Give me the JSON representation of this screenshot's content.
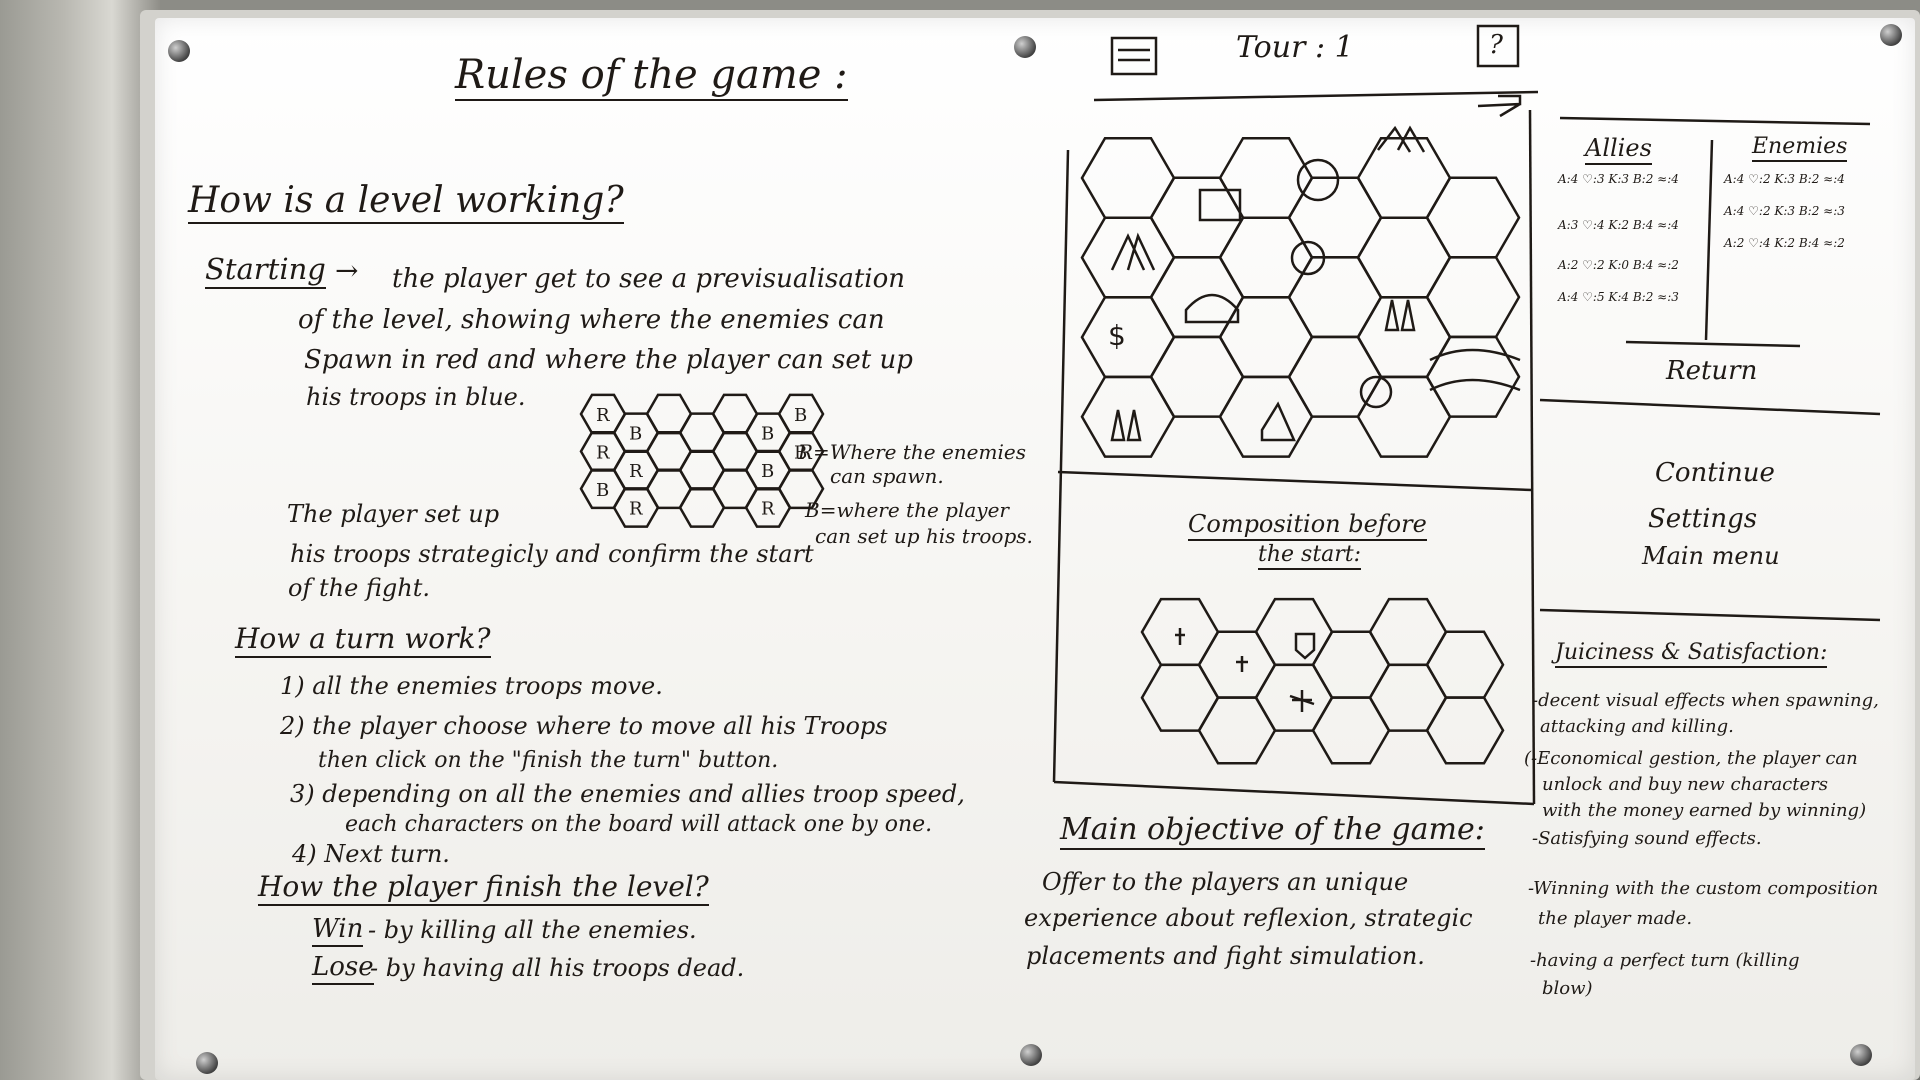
{
  "title": "Rules of the game :",
  "section1": {
    "heading": "How is a level working?",
    "starting_label": "Starting",
    "starting_lines": [
      "the player get to see a previsualisation",
      "of the level, showing where the enemies can",
      "Spawn in red and where the player can set up",
      "his troops in blue."
    ],
    "hex_letters": [
      "R",
      "R",
      "B",
      "B",
      "R",
      "R",
      "B",
      "B",
      "R",
      "B",
      "B"
    ],
    "legend_r": [
      "R=Where the enemies",
      "can spawn."
    ],
    "legend_b": [
      "B=where the player",
      "can set up his troops."
    ],
    "setup_lines": [
      "The player set up",
      "his troops strategicly and confirm the start",
      "of the fight."
    ]
  },
  "section2": {
    "heading": "How a turn work?",
    "steps": [
      "1) all the enemies troops move.",
      "2) the player choose where to move all his Troops",
      "then click on the \"finish the turn\" button.",
      "3) depending on all the enemies and allies troop speed,",
      "each characters on the board will attack one by one.",
      "4) Next turn."
    ]
  },
  "section3": {
    "heading": "How the player finish the level?",
    "win_label": "Win",
    "win_text": "- by killing all the enemies.",
    "lose_label": "Lose",
    "lose_text": "- by having all his troops dead."
  },
  "mockup": {
    "turn_label": "Tour : 1",
    "help_glyph": "?",
    "composition_title": "Composition before",
    "composition_subtitle": "the start:"
  },
  "objective": {
    "heading": "Main objective of the game:",
    "lines": [
      "Offer to the players an unique",
      "experience about reflexion, strategic",
      "placements and fight simulation."
    ]
  },
  "sidepanel": {
    "allies_title": "Allies",
    "enemies_title": "Enemies",
    "return_label": "Return",
    "menu_items": [
      "Continue",
      "Settings",
      "Main menu"
    ],
    "ally_stats": [
      "A:4 ♡:3 K:3 B:2 ≈:4",
      "A:3 ♡:4 K:2 B:4 ≈:4",
      "A:2 ♡:2 K:0 B:4 ≈:2",
      "A:4 ♡:5 K:4 B:2 ≈:3"
    ],
    "enemy_stats": [
      "A:4 ♡:2 K:3 B:2 ≈:4",
      "A:4 ♡:2 K:3 B:2 ≈:3",
      "A:2 ♡:4 K:2 B:4 ≈:2"
    ]
  },
  "juiciness": {
    "heading": "Juiciness & Satisfaction:",
    "lines": [
      "-decent visual effects when spawning,",
      "attacking and killing.",
      "(-Economical gestion, the player can",
      "unlock and buy new characters",
      "with the money earned by winning)",
      "-Satisfying sound effects.",
      "-Winning with the custom composition",
      "the player made.",
      "-having a perfect turn (killing",
      "blow)"
    ]
  }
}
